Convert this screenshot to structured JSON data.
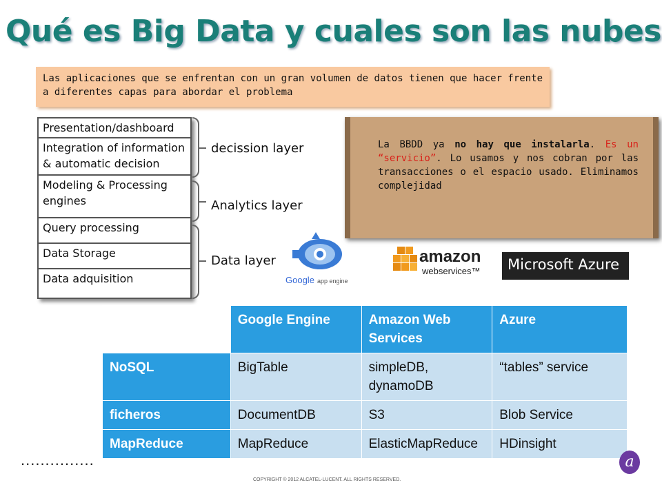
{
  "title": "Qué es Big Data y cuales son las nubes",
  "intro": "Las aplicaciones  que se enfrentan con un gran volumen de datos tienen que hacer frente a diferentes capas para abordar el problema",
  "layers": [
    "Presentation/dashboard",
    "Integration of information & automatic decision",
    "Modeling & Processing engines",
    "Query processing",
    "Data Storage",
    "Data adquisition"
  ],
  "layer_groups": [
    "decission layer",
    "Analytics layer",
    "Data layer"
  ],
  "scroll": {
    "p1": "La BBDD ya ",
    "p2": "no hay que instalarla",
    "p3": ". ",
    "p4": "Es un “servicio”",
    "p5": ". Lo usamos y nos cobran por las transacciones o el espacio usado. Eliminamos complejidad"
  },
  "logos": {
    "google_text": "Google",
    "google_sub": "app engine",
    "amazon_text": "amazon",
    "amazon_sub": "webservices™",
    "azure_text": "Microsoft Azure"
  },
  "table": {
    "headers": [
      "Google Engine",
      "Amazon Web Services",
      "Azure"
    ],
    "rows": [
      {
        "label": "NoSQL",
        "cells": [
          "BigTable",
          "simpleDB, dynamoDB",
          "“tables” service"
        ]
      },
      {
        "label": "ficheros",
        "cells": [
          "DocumentDB",
          "S3",
          "Blob Service"
        ]
      },
      {
        "label": "MapReduce",
        "cells": [
          "MapReduce",
          "ElasticMapReduce",
          "HDinsight"
        ]
      }
    ]
  },
  "dots": "...............",
  "copyright": "COPYRIGHT © 2012 ALCATEL-LUCENT.  ALL RIGHTS RESERVED.",
  "corner_logo": "a"
}
